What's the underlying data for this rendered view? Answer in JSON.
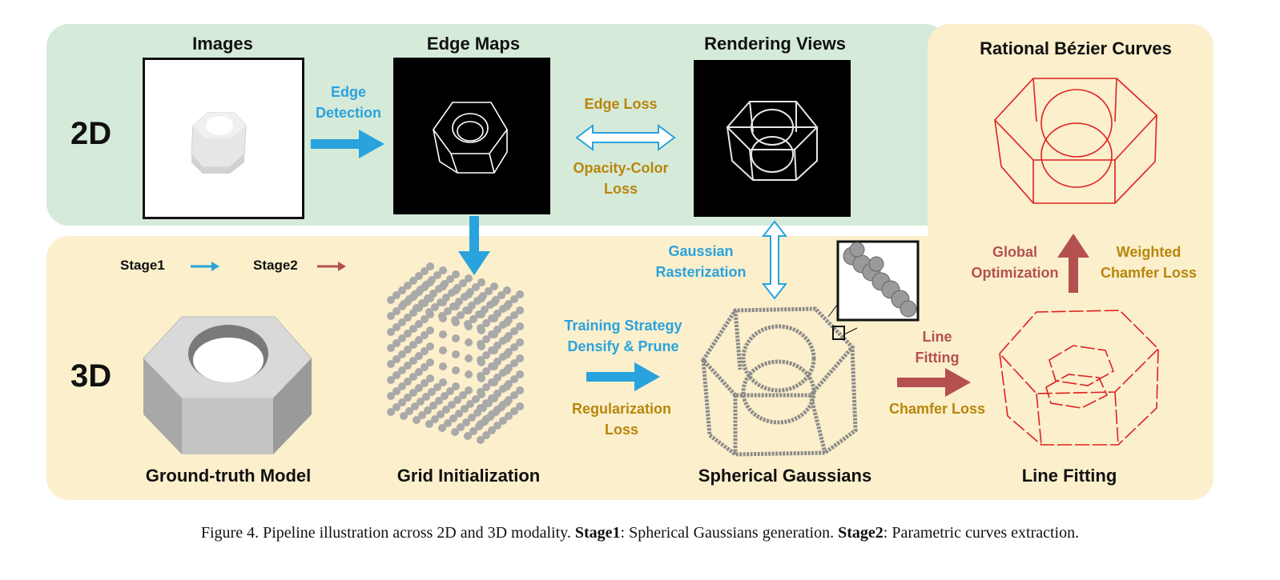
{
  "colors": {
    "panel_2d": "#d6ead9",
    "panel_3d": "#fbefcc",
    "stage1_blue": "#29a3dd",
    "stage2_red": "#b45050",
    "loss_gold": "#b8860b"
  },
  "row_labels": {
    "two_d": "2D",
    "three_d": "3D"
  },
  "headers": {
    "images": "Images",
    "edge_maps": "Edge Maps",
    "rendering_views": "Rendering Views",
    "rational_bezier": "Rational Bézier Curves",
    "ground_truth": "Ground-truth Model",
    "grid_init": "Grid Initialization",
    "spherical_gaussians": "Spherical Gaussians",
    "line_fitting": "Line Fitting"
  },
  "arrows": {
    "edge_detection": [
      "Edge",
      "Detection"
    ],
    "edge_loss": "Edge Loss",
    "opacity_color": [
      "Opacity-Color",
      "Loss"
    ],
    "gaussian_rasterization": [
      "Gaussian",
      "Rasterization"
    ],
    "training_strategy": [
      "Training Strategy",
      "Densify & Prune"
    ],
    "regularization": [
      "Regularization",
      "Loss"
    ],
    "line_fitting_arrow": [
      "Line",
      "Fitting"
    ],
    "chamfer_loss": "Chamfer Loss",
    "global_optimization": [
      "Global",
      "Optimization"
    ],
    "weighted_chamfer": [
      "Weighted",
      "Chamfer Loss"
    ]
  },
  "legend": {
    "stage1": "Stage1",
    "stage2": "Stage2"
  },
  "caption": {
    "prefix": "Figure 4. Pipeline illustration across 2D and 3D modality. ",
    "stage1_bold": "Stage1",
    "stage1_text": ": Spherical Gaussians generation. ",
    "stage2_bold": "Stage2",
    "stage2_text": ": Parametric curves extraction."
  }
}
